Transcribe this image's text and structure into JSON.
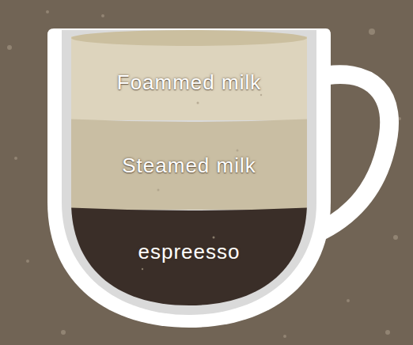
{
  "diagram": {
    "nodes": [
      {
        "text": [
          "Foammed milk"
        ]
      },
      {
        "text": [
          "Steamed milk"
        ]
      },
      {
        "text": [
          "espreesso"
        ]
      }
    ]
  }
}
